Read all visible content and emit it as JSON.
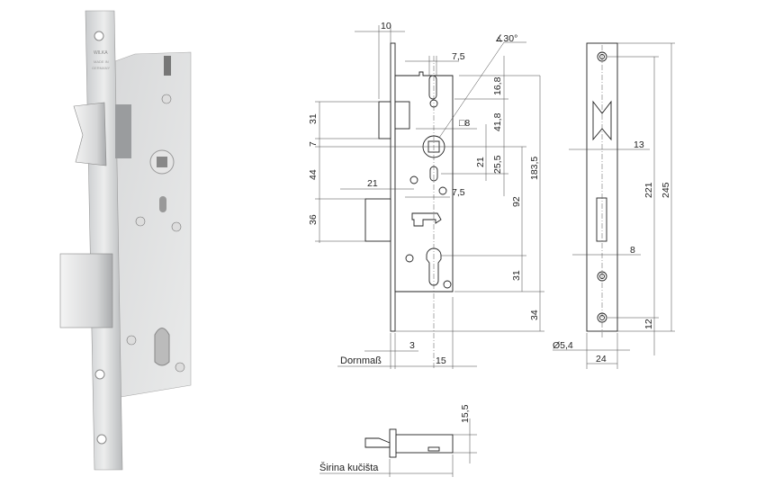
{
  "photo": {
    "engraving": [
      "WILKA",
      "MADE IN",
      "GERMANY"
    ]
  },
  "front_view": {
    "dims": {
      "faceplate_thickness": "10",
      "latch_offset_top": "7,5",
      "angle": "∡30°",
      "top_to_slot": "16,8",
      "slot_to_follower": "41,8",
      "follower_square": "□8",
      "latch_height": "31",
      "latch_gap": "7",
      "follower_to_hole": "21",
      "follower_to_slot2": "25,5",
      "deadbolt_offset": "44",
      "deadbolt_throw": "21",
      "slot2_offset": "7,5",
      "deadbolt_height": "36",
      "distance_92": "92",
      "total_183_5": "183,5",
      "cylinder_to_bottom": "31",
      "bottom_to_plate_end": "34",
      "faceplate_3": "3",
      "backset": "15"
    },
    "backset_label": "Dornmaß"
  },
  "strike_plate": {
    "dims": {
      "latch_opening": "13",
      "bolt_opening": "8",
      "hole_spacing": "221",
      "total_length": "245",
      "hole_to_end": "12",
      "hole_diameter": "Ø5,4",
      "width": "24"
    }
  },
  "bottom_view": {
    "dims": {
      "height": "15,5"
    },
    "case_width_label": "Širina kučišta"
  }
}
